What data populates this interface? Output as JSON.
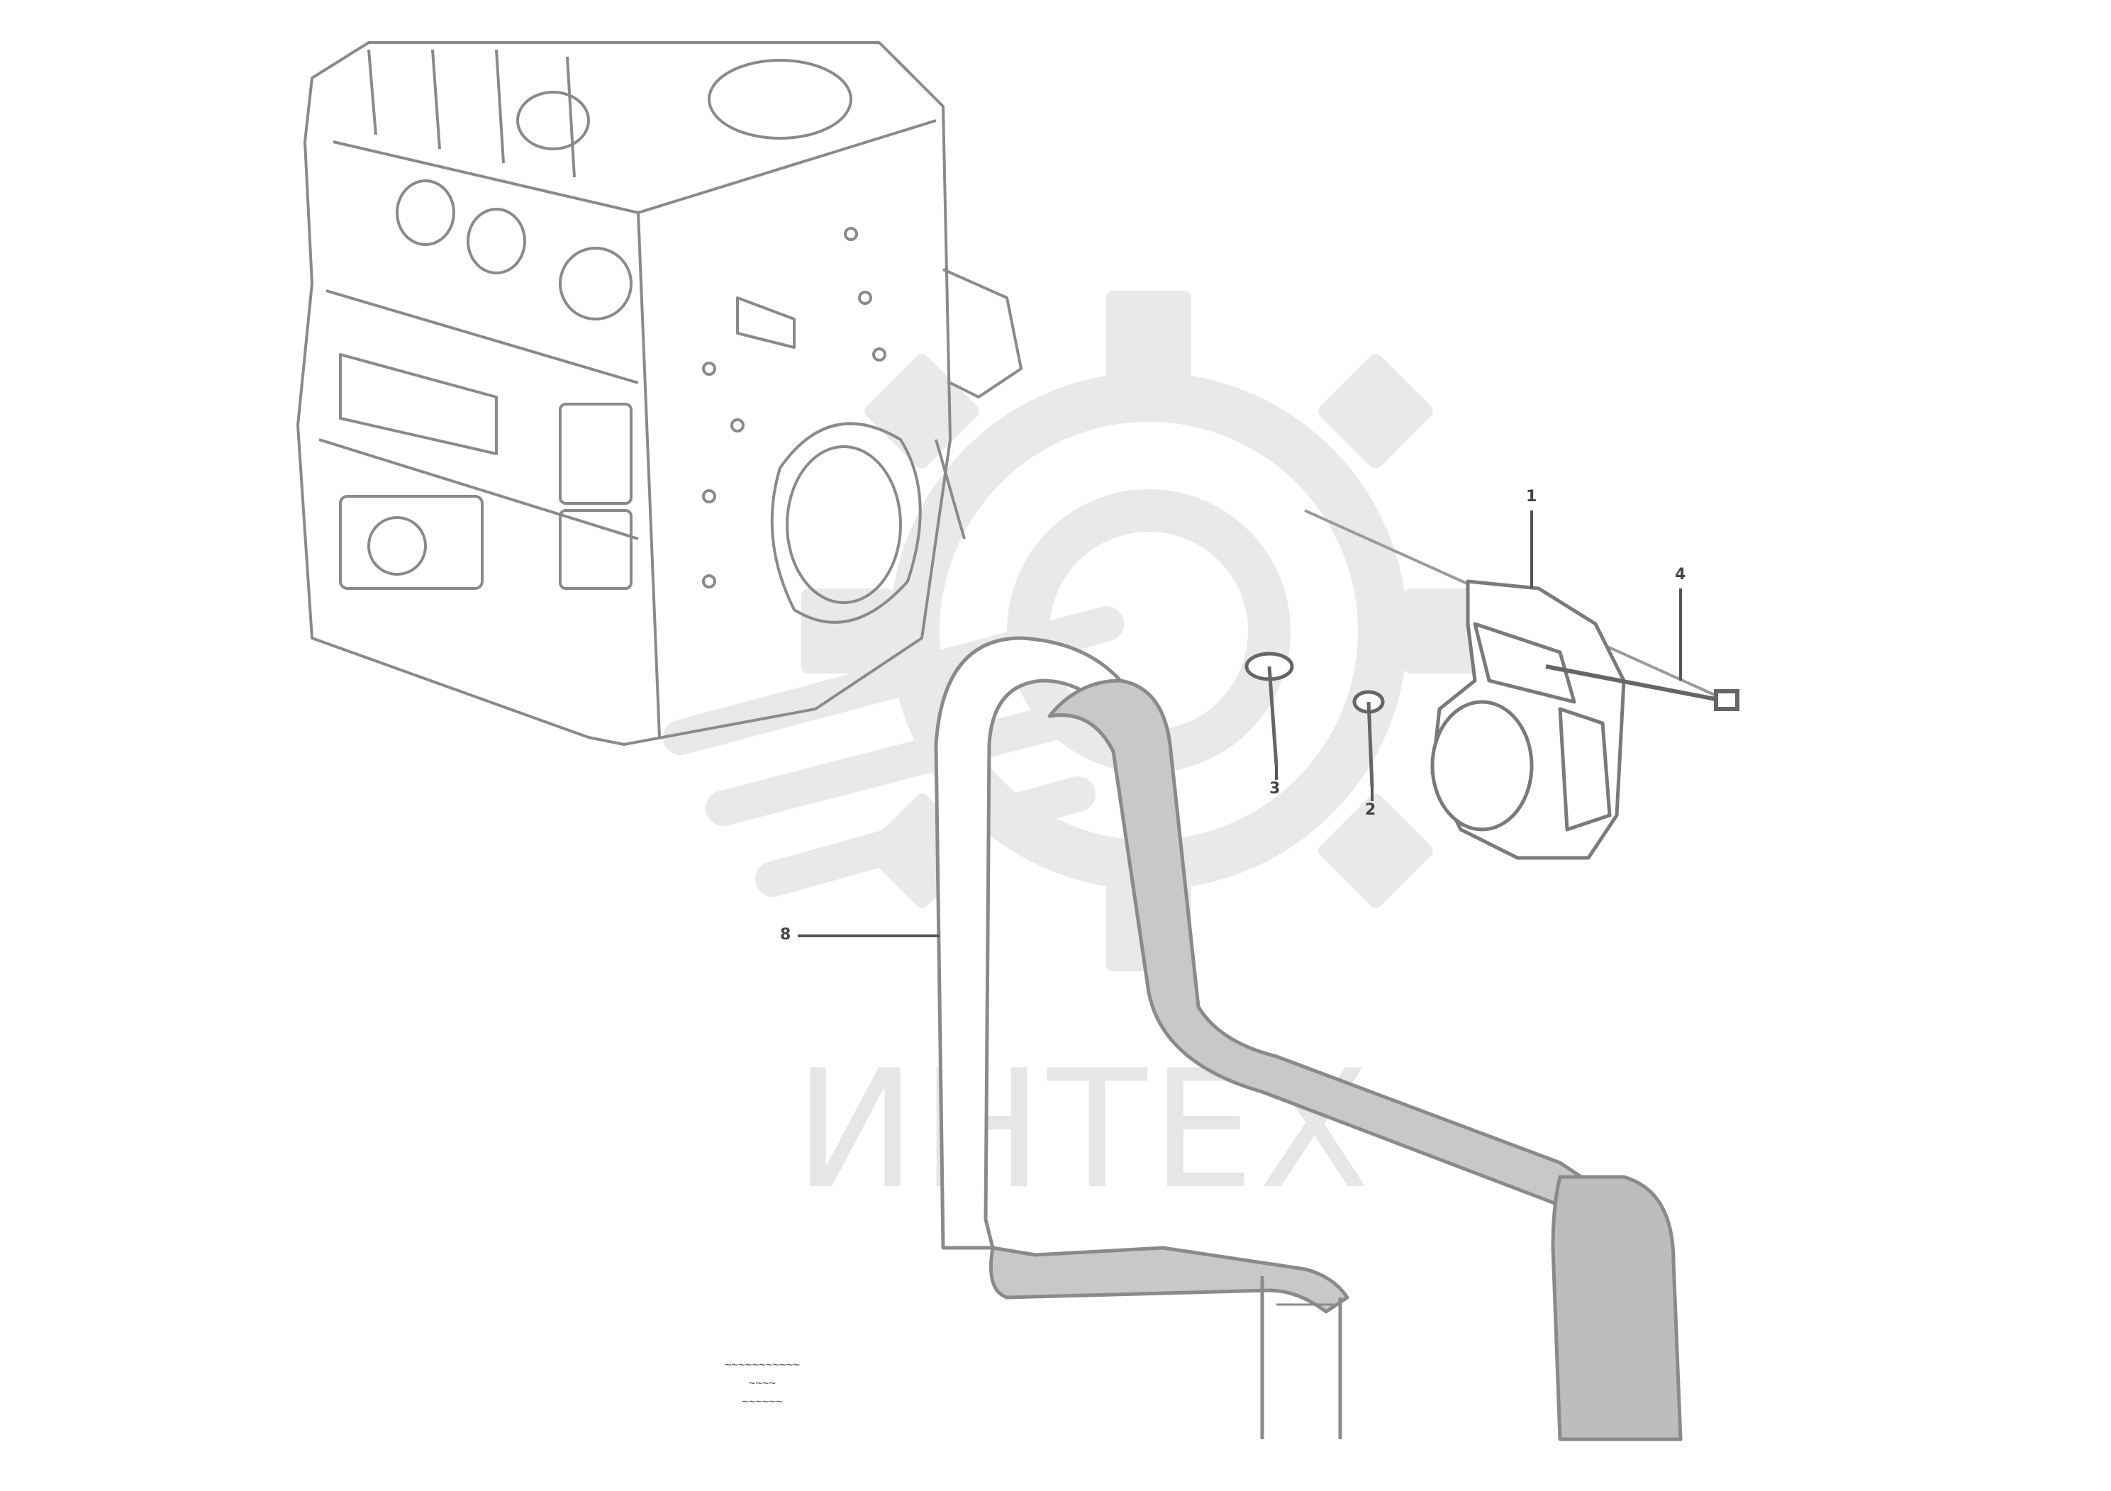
{
  "watermark": {
    "text": "ИНТЕХ",
    "color": "#e6e6e6"
  },
  "callouts": {
    "belt": "8",
    "starter": "1",
    "long_bolt": "4",
    "short_bolt_a": "3",
    "short_bolt_b": "2"
  },
  "reference": {
    "line1": "~~~~~~~~~~~",
    "line2": "~~~~",
    "line3": "~~~~~~"
  },
  "colors": {
    "line": "#8a8a8a",
    "line_dark": "#555555",
    "belt_fill": "#bdbdbd",
    "watermark": "#e6e6e6"
  }
}
